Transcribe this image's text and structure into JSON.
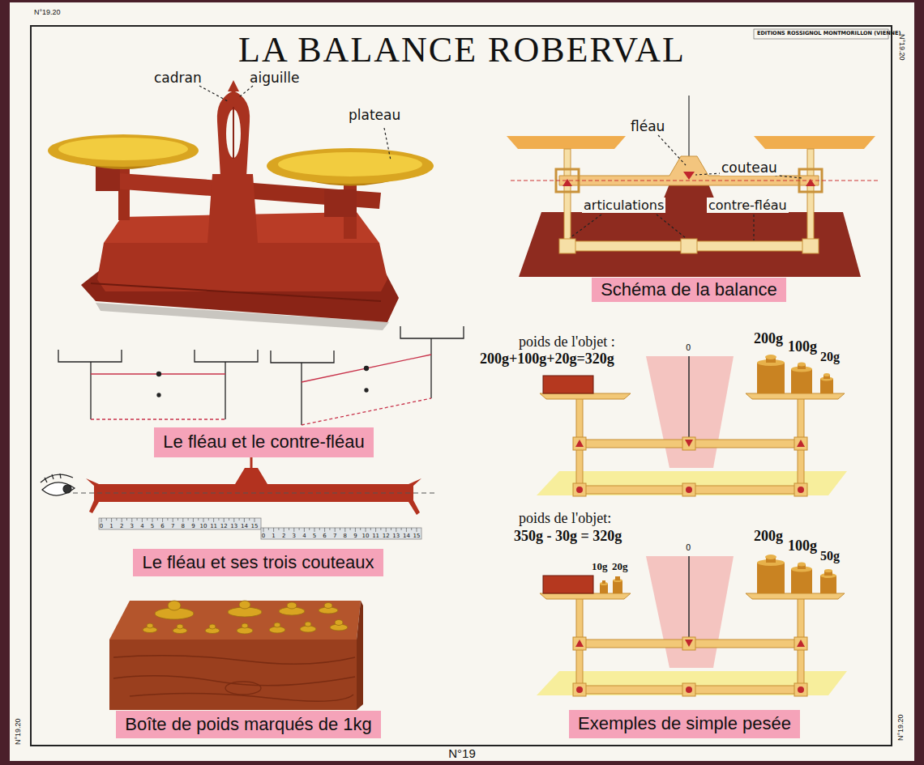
{
  "diagram": {
    "title": "LA BALANCE ROBERVAL",
    "nodes": [
      {
        "text": [
          "Schéma de la balance"
        ]
      },
      {
        "text": [
          "Le fléau et le contre-fléau"
        ]
      },
      {
        "text": [
          "Le fléau et ses trois couteaux"
        ]
      },
      {
        "text": [
          "Boîte de poids marqués de 1kg"
        ]
      },
      {
        "text": [
          "Exemples de simple pesée"
        ]
      }
    ],
    "labels": [
      "N°19.20",
      "EDITIONS ROSSIGNOL MONTMORILLON (VIENNE)",
      "N°19.20",
      "cadran",
      "aiguille",
      "plateau",
      "fléau",
      "couteau",
      "articulations",
      "contre-fléau",
      "poids de l'objet :",
      "200g+100g+20g=320g",
      "200g",
      "100g",
      "20g",
      "0",
      "poids de l'objet:",
      "350g - 30g = 320g",
      "10g",
      "20g",
      "200g",
      "100g",
      "50g",
      "0",
      "N°19.20",
      "N°19",
      "N°19.20",
      "0",
      "1",
      "2",
      "3",
      "4",
      "5",
      "6",
      "7",
      "8",
      "9",
      "10",
      "11",
      "12",
      "13",
      "14",
      "15",
      "0",
      "1",
      "2",
      "3",
      "4",
      "5",
      "6",
      "7",
      "8",
      "9",
      "10",
      "11",
      "12",
      "13",
      "14",
      "15"
    ]
  }
}
